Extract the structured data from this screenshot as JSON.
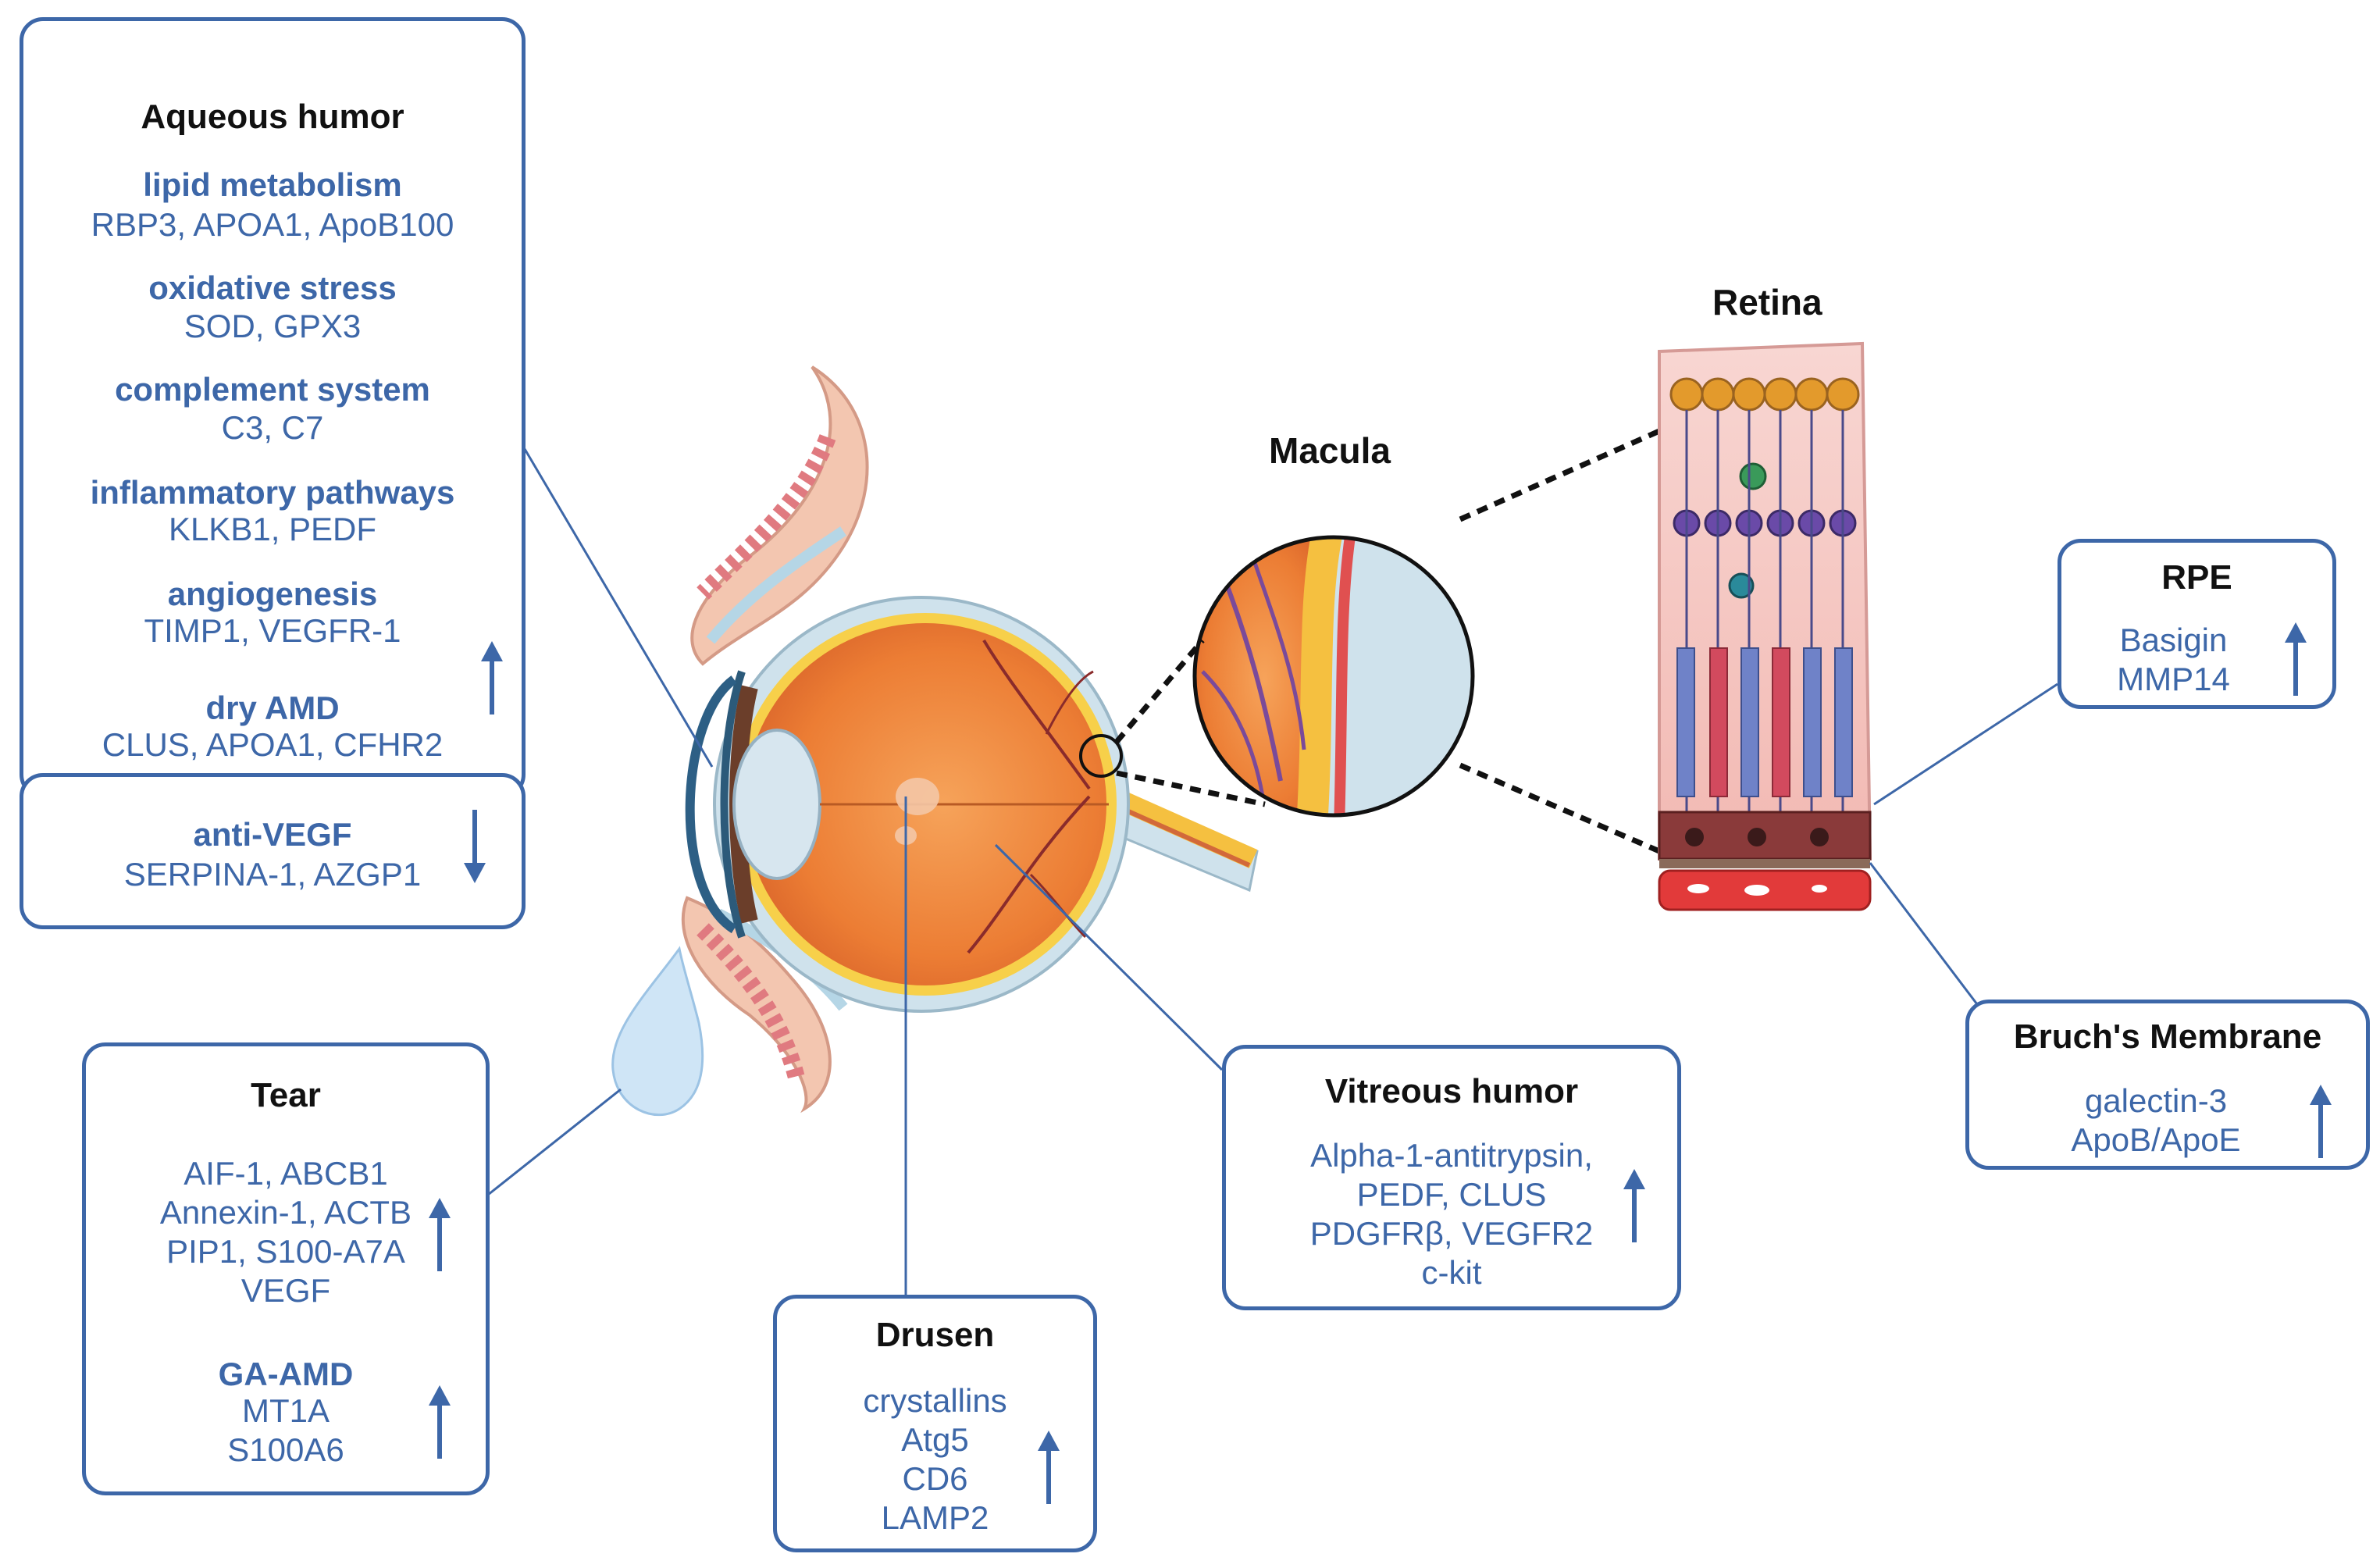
{
  "labels": {
    "retina": "Retina",
    "macula": "Macula"
  },
  "aqueous": {
    "title": "Aqueous humor",
    "groups": [
      {
        "category": "lipid metabolism",
        "genes": "RBP3, APOA1, ApoB100"
      },
      {
        "category": "oxidative stress",
        "genes": "SOD, GPX3"
      },
      {
        "category": "complement system",
        "genes": "C3, C7"
      },
      {
        "category": "inflammatory pathways",
        "genes": "KLKB1, PEDF"
      },
      {
        "category": "angiogenesis",
        "genes": "TIMP1, VEGFR-1"
      },
      {
        "category": "dry AMD",
        "genes": "CLUS, APOA1, CFHR2"
      }
    ],
    "direction": "up"
  },
  "antivegf": {
    "category": "anti-VEGF",
    "genes": "SERPINA-1, AZGP1",
    "direction": "down"
  },
  "tear": {
    "title": "Tear",
    "genes": [
      "AIF-1, ABCB1",
      "Annexin-1, ACTB",
      "PIP1, S100-A7A",
      "VEGF"
    ],
    "direction": "up",
    "subgroup": {
      "category": "GA-AMD",
      "genes": [
        "MT1A",
        "S100A6"
      ],
      "direction": "up"
    }
  },
  "drusen": {
    "title": "Drusen",
    "genes": [
      "crystallins",
      "Atg5",
      "CD6",
      "LAMP2"
    ],
    "direction": "up"
  },
  "vitreous": {
    "title": "Vitreous humor",
    "genes": [
      "Alpha-1-antitrypsin,",
      "PEDF, CLUS",
      "PDGFRβ, VEGFR2",
      "c-kit"
    ],
    "direction": "up"
  },
  "rpe": {
    "title": "RPE",
    "genes": [
      "Basigin",
      "MMP14"
    ],
    "direction": "up"
  },
  "bruch": {
    "title": "Bruch's Membrane",
    "genes": [
      "galectin-3",
      "ApoB/ApoE"
    ],
    "direction": "up"
  },
  "colors": {
    "box_border": "#3d67a8",
    "text_blue": "#3d67a8",
    "eye_orange": "#f08a3c",
    "retina_pink": "#f6c9c6"
  }
}
